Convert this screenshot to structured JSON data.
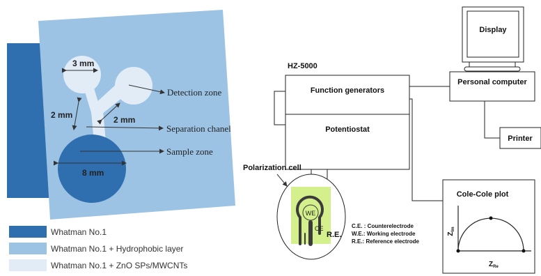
{
  "paper_device": {
    "width_label": "3 mm",
    "channel_label_left": "2 mm",
    "channel_label_right": "2 mm",
    "sample_label": "8 mm",
    "detection_zone": "Detection zone",
    "separation_channel": "Separation chanel",
    "sample_zone": "Sample zone"
  },
  "legend": [
    {
      "label": "Whatman No.1",
      "color": "#2f6eaf"
    },
    {
      "label": "Whatman No.1 + Hydrophobic layer",
      "color": "#9cc3e4"
    },
    {
      "label": "Whatman No.1 + ZnO SPs/MWCNTs",
      "color": "#e1ecf7"
    }
  ],
  "setup": {
    "instrument": "HZ-5000",
    "function_generators": "Function generators",
    "potentiostat": "Potentiostat",
    "display": "Display",
    "personal_computer": "Personal computer",
    "printer": "Printer",
    "polarization_cell": "Polarization  cell",
    "we": "WE",
    "ce": "CE",
    "re": "R.E.",
    "notes": [
      "C.E. : Counterelectrode",
      "W.E.: Working electrode",
      "R.E.: Reference electrode"
    ],
    "plot_title": "Cole-Cole plot",
    "z_im": "Z",
    "z_im_sub": "Im",
    "z_re": "Z",
    "z_re_sub": "Re"
  },
  "colors": {
    "dark_blue": "#2f6eaf",
    "mid_blue": "#9cc3e4",
    "light_blue": "#e1ecf7",
    "cell_green": "#d4f08c",
    "electrode": "#3b3b3b"
  }
}
